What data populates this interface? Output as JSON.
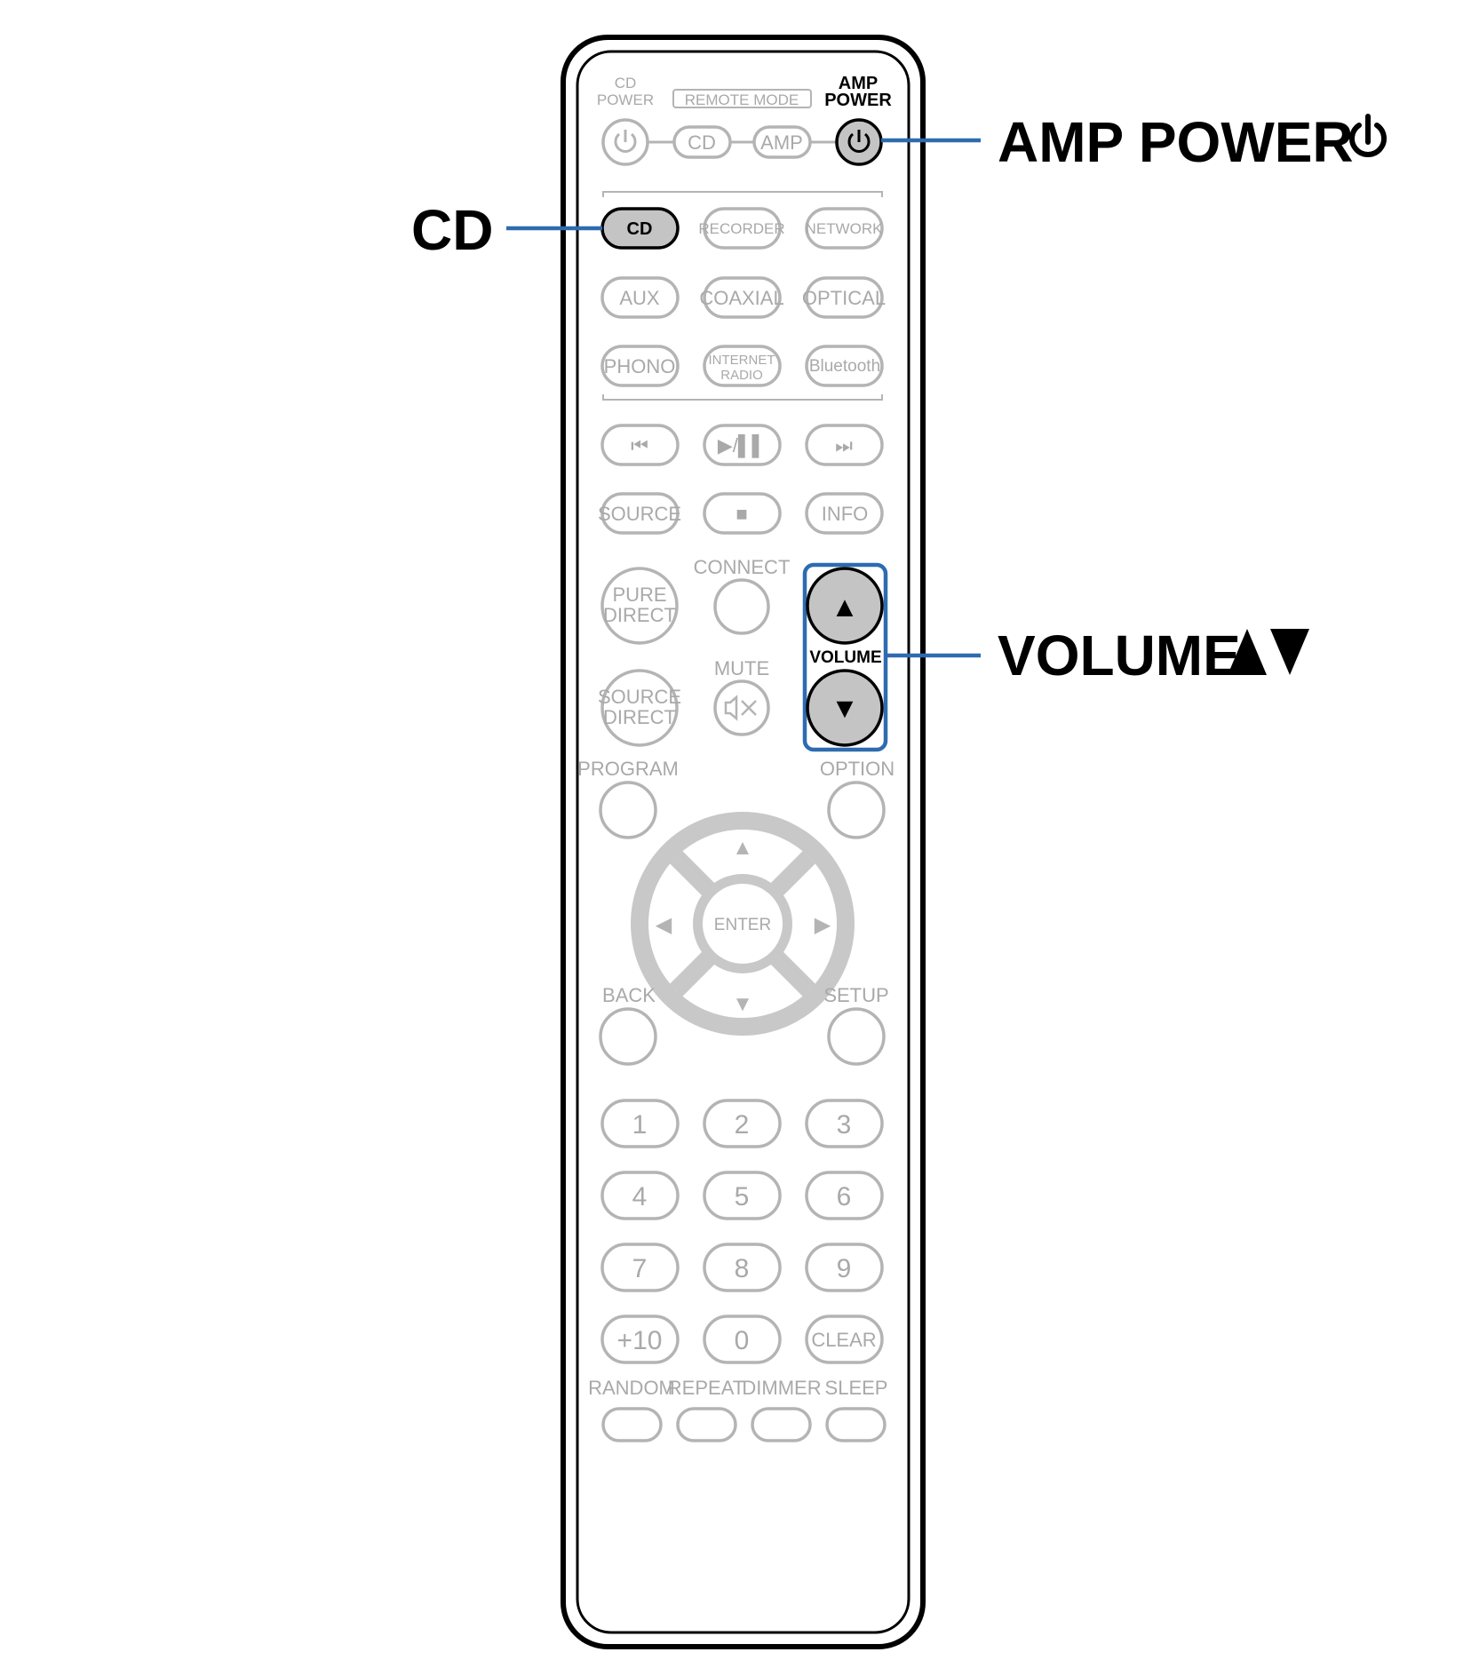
{
  "remote": {
    "cd_power": [
      "CD",
      "POWER"
    ],
    "remote_mode": "REMOTE MODE",
    "mode_cd": "CD",
    "mode_amp": "AMP",
    "amp_power": [
      "AMP",
      "POWER"
    ],
    "source_cd": "CD",
    "source_recorder": "RECORDER",
    "source_network": "NETWORK",
    "source_aux": "AUX",
    "source_coaxial": "COAXIAL",
    "source_optical": "OPTICAL",
    "source_phono": "PHONO",
    "source_internet_radio": [
      "INTERNET",
      "RADIO"
    ],
    "source_bluetooth": "Bluetooth",
    "prev_icon": "⏮",
    "play_pause": "▶/▌▌",
    "next_icon": "⏭",
    "source": "SOURCE",
    "stop_icon": "■",
    "info": "INFO",
    "pure_direct": [
      "PURE",
      "DIRECT"
    ],
    "connect": "CONNECT",
    "mute": "MUTE",
    "source_direct": [
      "SOURCE",
      "DIRECT"
    ],
    "volume": "VOLUME",
    "volume_up_icon": "▲",
    "volume_down_icon": "▼",
    "program": "PROGRAM",
    "option": "OPTION",
    "enter": "ENTER",
    "back": "BACK",
    "setup": "SETUP",
    "digits": [
      "1",
      "2",
      "3",
      "4",
      "5",
      "6",
      "7",
      "8",
      "9",
      "+10",
      "0",
      "CLEAR"
    ],
    "random": "RANDOM",
    "repeat": "REPEAT",
    "dimmer": "DIMMER",
    "sleep": "SLEEP"
  },
  "callouts": {
    "amp_power": "AMP POWER",
    "cd": "CD",
    "volume": "VOLUME"
  },
  "colors": {
    "leader": "#2e6bb0",
    "highlight_fill": "#c4c4c4",
    "inactive": "#b4b4b4"
  }
}
